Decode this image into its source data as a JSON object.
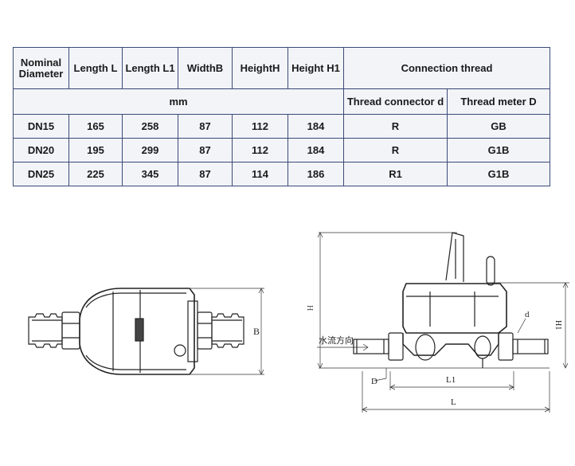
{
  "table": {
    "headers": {
      "nominal": "Nominal Diameter",
      "length_l": "Length L",
      "length_l1": "Length L1",
      "width_b": "WidthB",
      "height_h": "HeightH",
      "height_h1": "Height H1",
      "connection_thread": "Connection thread"
    },
    "units": "mm",
    "subheaders": {
      "thread_connector": "Thread connector d",
      "thread_meter": "Thread meter D"
    },
    "rows": [
      [
        "DN15",
        "165",
        "258",
        "87",
        "112",
        "184",
        "R",
        "GB"
      ],
      [
        "DN20",
        "195",
        "299",
        "87",
        "112",
        "184",
        "R",
        "G1B"
      ],
      [
        "DN25",
        "225",
        "345",
        "87",
        "114",
        "186",
        "R1",
        "G1B"
      ]
    ]
  },
  "top_view": {
    "label_b": "B"
  },
  "side_view": {
    "label_h": "H",
    "label_h1": "H1",
    "label_d_small": "d",
    "label_d_big": "D",
    "label_l1": "L1",
    "label_l": "L",
    "flow_text": "水流方向"
  }
}
